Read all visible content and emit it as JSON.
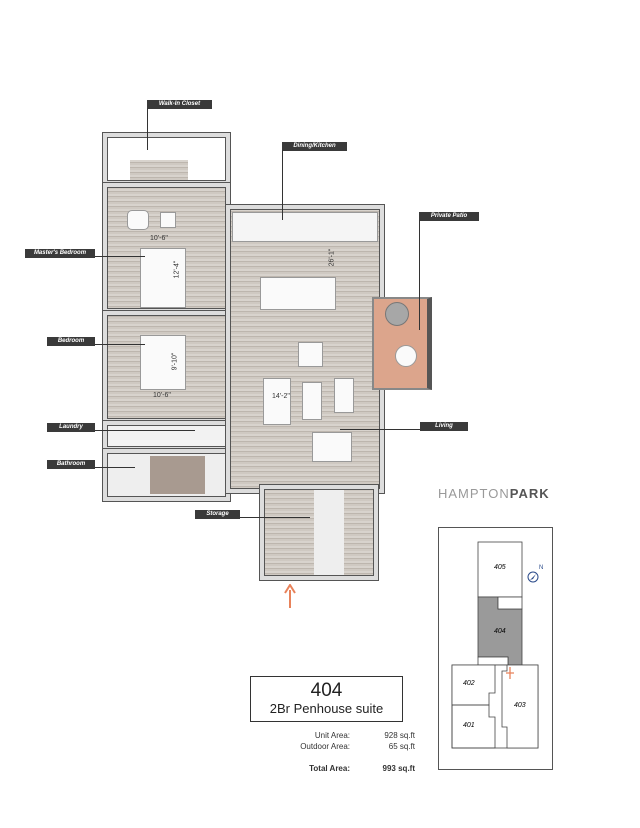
{
  "labels": {
    "walk_in_closet": "Walk-In Closet",
    "dining_kitchen": "Dining/Kitchen",
    "private_patio": "Private Patio",
    "masters_bedroom": "Master's Bedroom",
    "bedroom": "Bedroom",
    "laundry": "Laundry",
    "bathroom": "Bathroom",
    "living": "Living",
    "storage": "Storage"
  },
  "dimensions": {
    "master_width": "10'-6\"",
    "master_length": "12'-4\"",
    "bedroom_length": "9'-10\"",
    "bedroom_width": "10'-6\"",
    "living_width": "14'-2\"",
    "kitchen_length": "26'-1\""
  },
  "brand": {
    "light": "HAMPTON",
    "bold": "PARK"
  },
  "unit": {
    "number": "404",
    "name": "2Br Penhouse suite"
  },
  "areas": [
    {
      "label": "Unit Area:",
      "value": "928 sq.ft"
    },
    {
      "label": "Outdoor Area:",
      "value": "65 sq.ft"
    }
  ],
  "total": {
    "label": "Total Area:",
    "value": "993 sq.ft"
  },
  "keyplan": {
    "units": [
      "405",
      "404",
      "402",
      "401",
      "403"
    ],
    "north": "N",
    "highlight_color": "#9a9a9a"
  },
  "colors": {
    "entry_arrow": "#e8825a",
    "patio": "#dca58c"
  }
}
